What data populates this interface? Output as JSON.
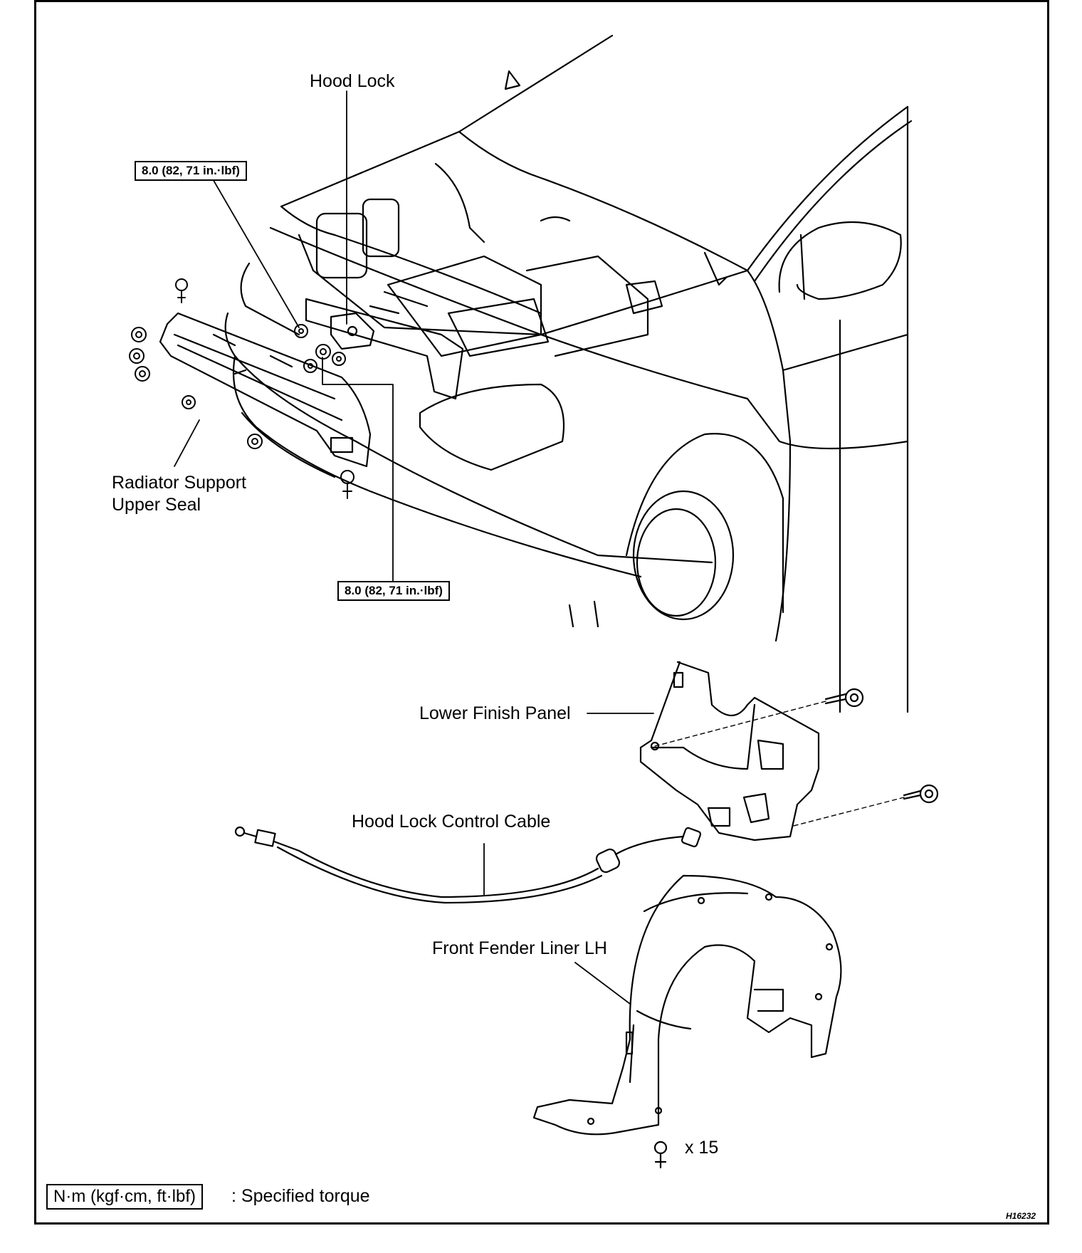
{
  "labels": {
    "hood_lock": "Hood Lock",
    "torque_top": "8.0 (82, 71 in.·lbf)",
    "torque_bottom": "8.0 (82, 71 in.·lbf)",
    "radiator_seal_line1": "Radiator Support",
    "radiator_seal_line2": "Upper Seal",
    "lower_finish_panel": "Lower Finish Panel",
    "hood_lock_cable": "Hood Lock Control Cable",
    "fender_liner": "Front Fender Liner LH",
    "quantity": "x 15"
  },
  "legend": {
    "unit_box": "N·m (kgf·cm, ft·lbf)",
    "description": ": Specified torque"
  },
  "figure_code": "H16232"
}
